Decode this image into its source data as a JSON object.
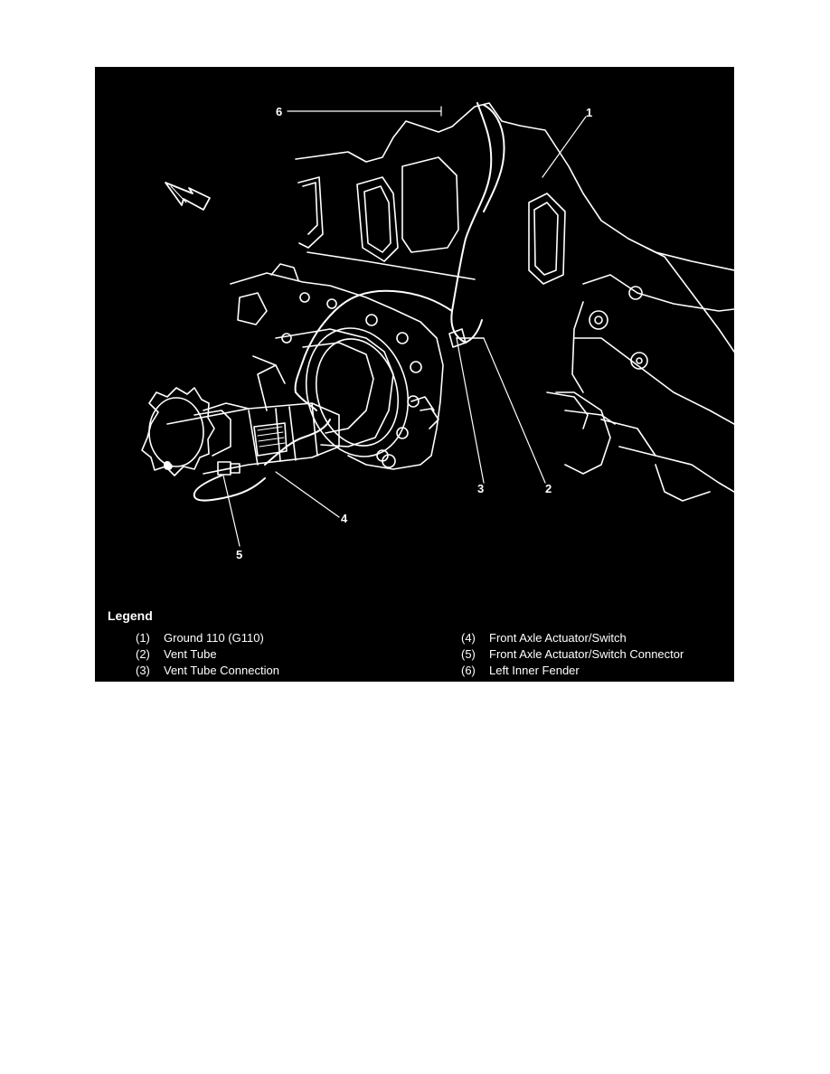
{
  "figure": {
    "colors": {
      "background": "#000000",
      "line": "#ffffff"
    },
    "callouts": {
      "c1": "1",
      "c2": "2",
      "c3": "3",
      "c4": "4",
      "c5": "5",
      "c6": "6"
    },
    "arrow_icon": "direction-arrow-icon"
  },
  "legend": {
    "title": "Legend",
    "items": [
      {
        "num": "(1)",
        "text": "Ground 110 (G110)"
      },
      {
        "num": "(2)",
        "text": "Vent Tube"
      },
      {
        "num": "(3)",
        "text": "Vent Tube Connection"
      },
      {
        "num": "(4)",
        "text": "Front Axle Actuator/Switch"
      },
      {
        "num": "(5)",
        "text": "Front Axle Actuator/Switch Connector"
      },
      {
        "num": "(6)",
        "text": "Left Inner Fender"
      }
    ]
  }
}
